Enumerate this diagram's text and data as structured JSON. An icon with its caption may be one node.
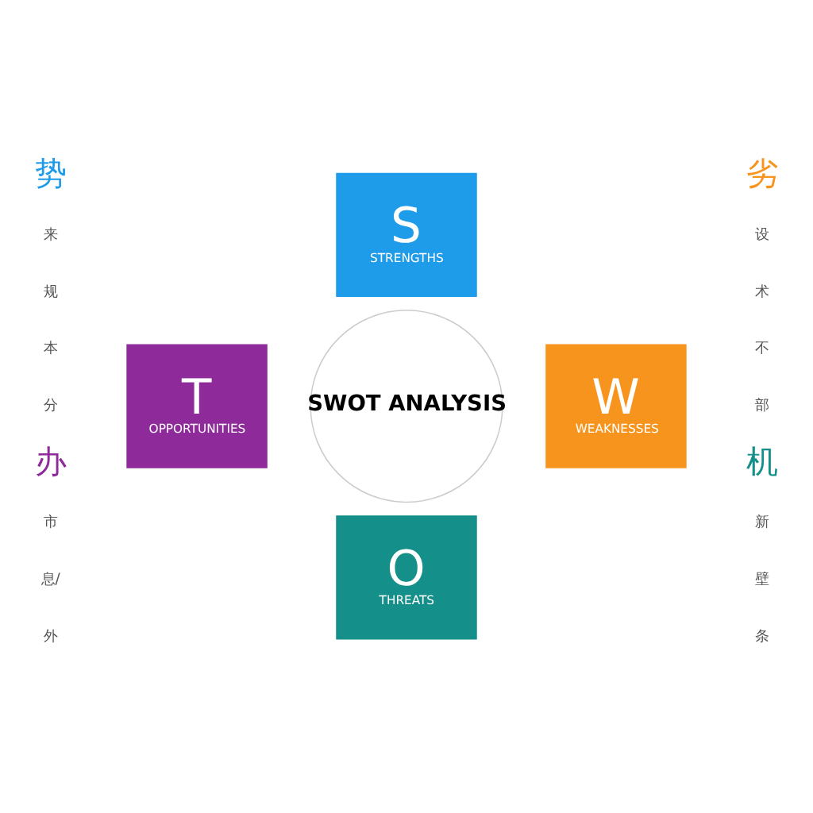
{
  "diagram": {
    "nodes": [
      {
        "text": [
          "S",
          "STRENGTHS"
        ]
      },
      {
        "text": [
          "T",
          "OPPORTUNITIES"
        ]
      },
      {
        "text": [
          "SWOT ANALYSIS"
        ]
      },
      {
        "text": [
          "W",
          "WEAKNESSES"
        ]
      },
      {
        "text": [
          "O",
          "THREATS"
        ]
      }
    ],
    "edges": [],
    "labels": [
      "势",
      "来",
      "规",
      "本",
      "分",
      "办",
      "市",
      "息/",
      "外",
      "劣",
      "设",
      "术",
      "不",
      "部",
      "机",
      "新",
      "壁",
      "条"
    ]
  }
}
